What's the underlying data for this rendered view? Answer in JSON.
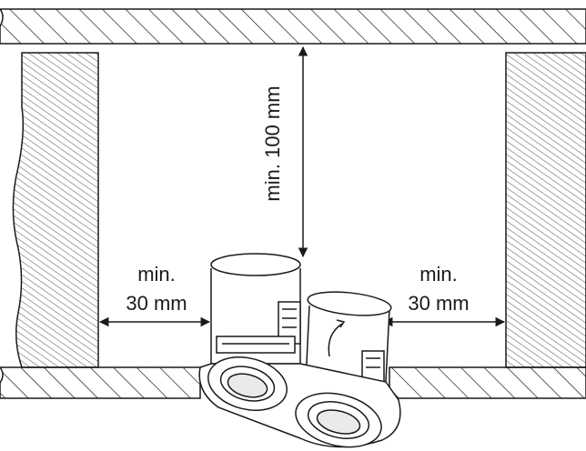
{
  "labels": {
    "top_clearance": "min. 100 mm",
    "left_clearance_line1": "min.",
    "left_clearance_line2": "30 mm",
    "right_clearance_line1": "min.",
    "right_clearance_line2": "30 mm"
  },
  "colors": {
    "line": "#1a1a1a",
    "background": "#ffffff",
    "hatch": "#2a2a2a"
  }
}
